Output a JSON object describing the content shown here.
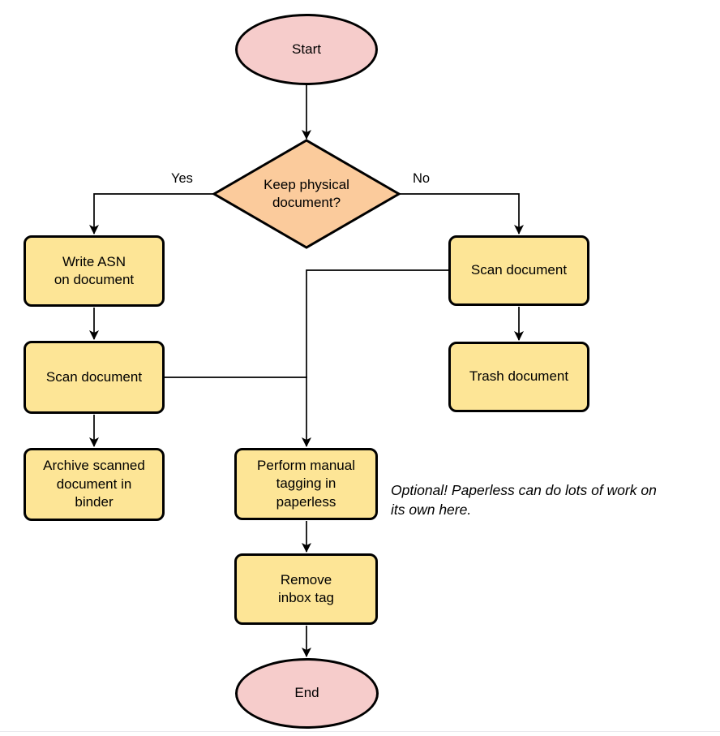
{
  "diagram": {
    "nodes": {
      "start": {
        "label": "Start",
        "type": "terminal"
      },
      "decision": {
        "label": "Keep physical\ndocument?",
        "type": "decision"
      },
      "write_asn": {
        "label": "Write ASN\non document",
        "type": "process"
      },
      "scan_left": {
        "label": "Scan document",
        "type": "process"
      },
      "archive": {
        "label": "Archive scanned\ndocument in\nbinder",
        "type": "process"
      },
      "scan_right": {
        "label": "Scan document",
        "type": "process"
      },
      "trash": {
        "label": "Trash document",
        "type": "process"
      },
      "tagging": {
        "label": "Perform manual\ntagging in\npaperless",
        "type": "process"
      },
      "remove_inbox": {
        "label": "Remove\ninbox tag",
        "type": "process"
      },
      "end": {
        "label": "End",
        "type": "terminal"
      }
    },
    "edge_labels": {
      "yes": "Yes",
      "no": "No"
    },
    "note": "Optional! Paperless can do lots of work on\nits own here.",
    "colors": {
      "terminal_fill": "#F6CCCB",
      "decision_fill": "#FBCB9C",
      "process_fill": "#FDE596",
      "stroke": "#000000",
      "background": "#FFFFFF"
    }
  }
}
